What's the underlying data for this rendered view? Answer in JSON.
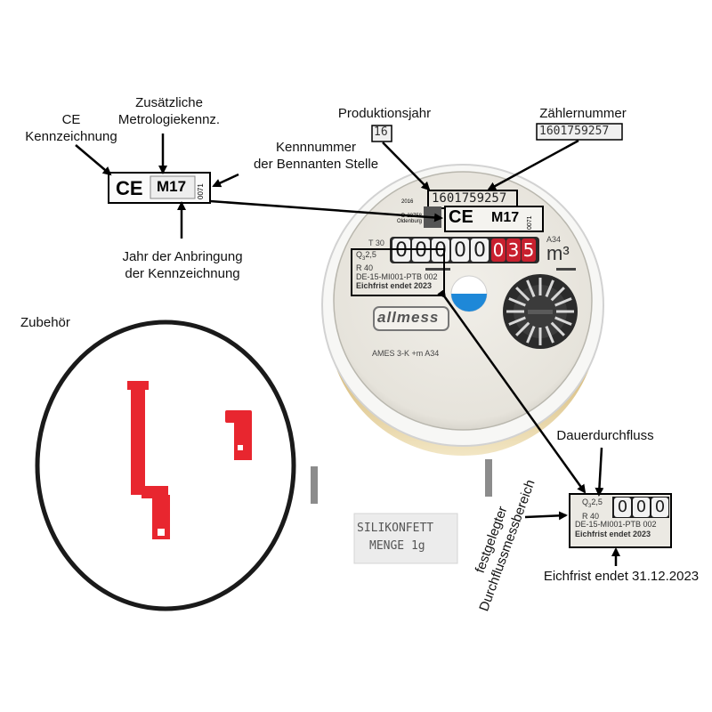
{
  "annotations": {
    "ce": [
      "CE",
      "Kennzeichnung"
    ],
    "zusatz": [
      "Zusätzliche",
      "Metrologiekennz."
    ],
    "kennnummer": [
      "Kennnummer",
      "der Bennanten Stelle"
    ],
    "jahr": [
      "Jahr der Anbringung",
      "der Kennzeichnung"
    ],
    "produktionsjahr": "Produktionsjahr",
    "zaehlernummer": "Zählernummer",
    "zubehoer": "Zubehör",
    "dauerdurchfluss": "Dauerdurchfluss",
    "durchflussbereich": [
      "festgelegter",
      "Durchflussmessbereich"
    ],
    "eichfrist": "Eichfrist endet 31.12.2023"
  },
  "label_box": {
    "ce_mark": "CE",
    "m17": "M17",
    "notified_body": "0071"
  },
  "boxes": {
    "year_value": "16",
    "serial_value": "1601759257"
  },
  "meter": {
    "year": "2016",
    "address": [
      "D-23758",
      "Oldenburg"
    ],
    "serial": "1601759257",
    "class": "T 30",
    "model_code": "A34",
    "unit": "m³",
    "q3": "Q",
    "q3_sub": "3",
    "q3_value": "2,5",
    "ratio": "R 40",
    "approval": "DE-15-MI001-PTB 002",
    "eichfrist_text": "Eichfrist endet 2023",
    "black_digits": [
      "0",
      "0",
      "0",
      "0",
      "0"
    ],
    "red_digits": [
      "0",
      "3",
      "5"
    ],
    "brand": "allmess",
    "model_name": "AMES 3-K +m A34"
  },
  "zoom": {
    "q3": "Q",
    "q3_sub": "3",
    "q3_value": "2,5",
    "ratio": "R 40",
    "approval": "DE-15-MI001-PTB 002",
    "eichfrist_text": "Eichfrist endet 2023",
    "digits": [
      "0",
      "0",
      "0"
    ]
  },
  "silicone_pack": [
    "SILIKONFETT",
    "MENGE 1g"
  ],
  "colors": {
    "accessory_red": "#e8262f",
    "oring": "#1a1a1a",
    "counter_red": "#c8202e",
    "counter_black": "#1c1c1c",
    "highlight_blue": "#1e88d8"
  }
}
